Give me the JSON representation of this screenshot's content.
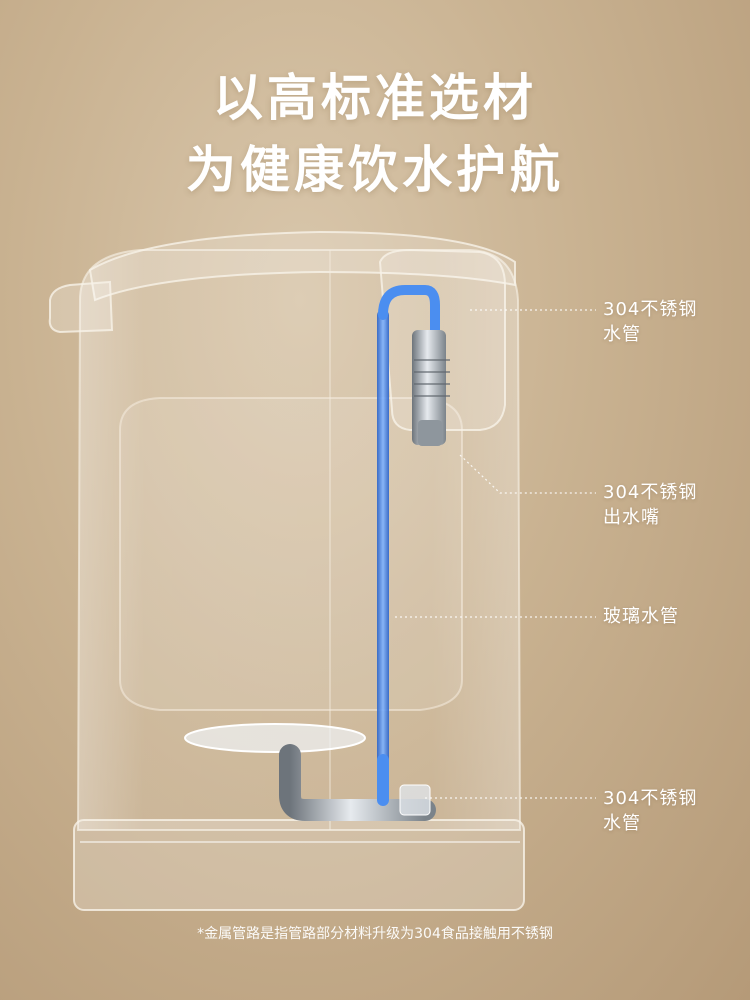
{
  "headline": {
    "line1": "以高标准选材",
    "line2": "为健康饮水护航"
  },
  "callouts": [
    {
      "line1": "304不锈钢",
      "line2": "水管"
    },
    {
      "line1": "304不锈钢",
      "line2": "出水嘴"
    },
    {
      "line1": "玻璃水管",
      "line2": ""
    },
    {
      "line1": "304不锈钢",
      "line2": "水管"
    }
  ],
  "footnote": "*金属管路是指管路部分材料升级为304食品接触用不锈钢",
  "colors": {
    "background": "#c9b291",
    "text": "#ffffff",
    "pipe_blue": "#3f7fe0",
    "steel": "#9aa3ab"
  }
}
